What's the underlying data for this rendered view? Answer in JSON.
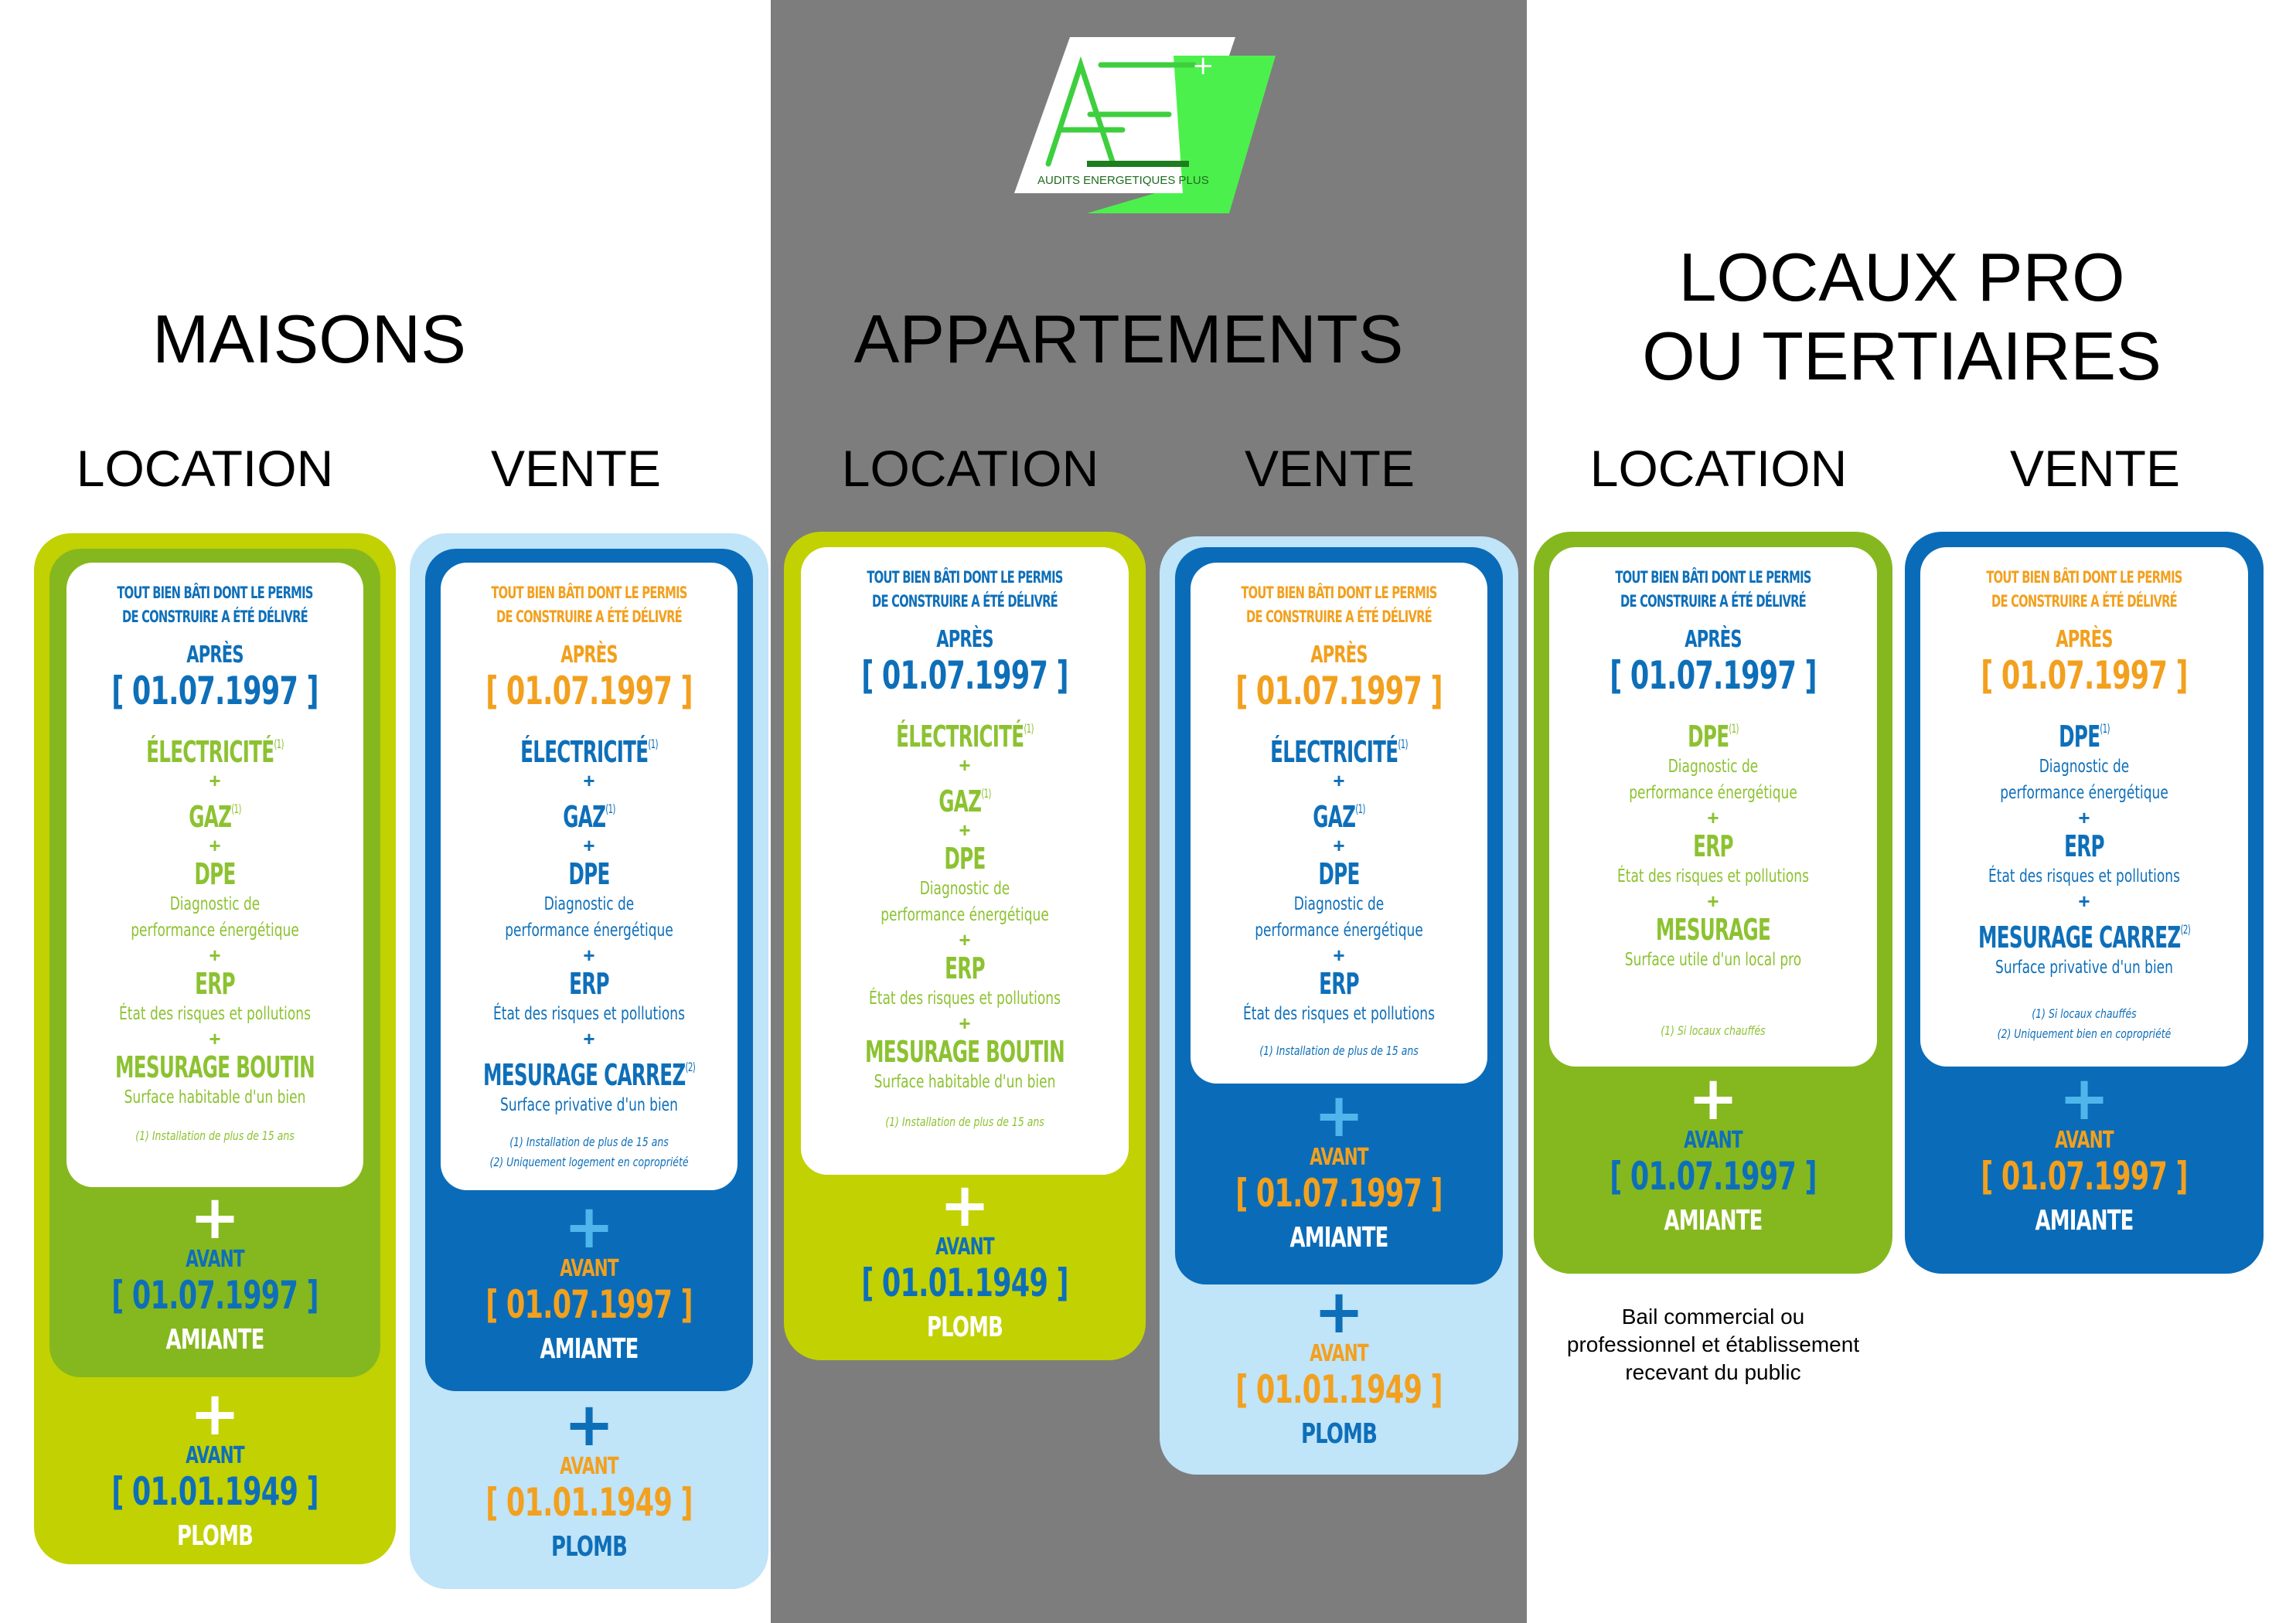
{
  "colors": {
    "lime": "#c2d101",
    "green": "#85b81e",
    "green_text": "#8cc231",
    "blue": "#0a6cb8",
    "blue_text": "#0e6fb9",
    "light_blue": "#c0e4f8",
    "orange": "#f2a01e",
    "grey_band": "#7d7d7d",
    "desc_grey": "#8c8c8c",
    "logo_green": "#4cf04c"
  },
  "logo": {
    "letters": "AE",
    "plus": "+",
    "tagline": "AUDITS ENERGETIQUES PLUS"
  },
  "categories": {
    "maisons": "MAISONS",
    "appartements": "APPARTEMENTS",
    "locaux_line1": "LOCAUX PRO",
    "locaux_line2": "OU TERTIAIRES"
  },
  "sub": {
    "location": "LOCATION",
    "vente": "VENTE"
  },
  "common": {
    "hdr1": "TOUT BIEN BÂTI DONT LE PERMIS",
    "hdr2": "DE CONSTRUIRE A ÉTÉ DÉLIVRÉ",
    "apres": "APRÈS",
    "date_1997": "[ 01.07.1997 ]",
    "date_1949": "[ 01.01.1949 ]",
    "plus": "+",
    "avant": "AVANT",
    "amiante": "AMIANTE",
    "plomb": "PLOMB",
    "electricite": "ÉLECTRICITÉ",
    "gaz": "GAZ",
    "dpe": "DPE",
    "erp": "ERP",
    "sup1": "(1)",
    "sup2": "(2)",
    "dpe_desc1": "Diagnostic de",
    "dpe_desc2": "performance énergétique",
    "erp_desc": "État des risques et pollutions",
    "boutin": "MESURAGE BOUTIN",
    "boutin_desc": "Surface habitable d'un bien",
    "carrez": "MESURAGE CARREZ",
    "carrez_desc": "Surface privative d'un bien",
    "mesurage": "MESURAGE",
    "mesurage_desc": "Surface utile d'un local pro",
    "note_install": "(1) Installation de plus de 15 ans",
    "note_copro_logement": "(2) Uniquement logement en copropriété",
    "note_chauffes": "(1) Si locaux chauffés",
    "note_locaux_chauffes": "(1) Si locaux chauffés",
    "note_copro_bien": "(2) Uniquement bien en copropriété"
  },
  "footnote": {
    "line1": "Bail commercial ou",
    "line2": "professionnel et établissement",
    "line3": "recevant du public"
  }
}
